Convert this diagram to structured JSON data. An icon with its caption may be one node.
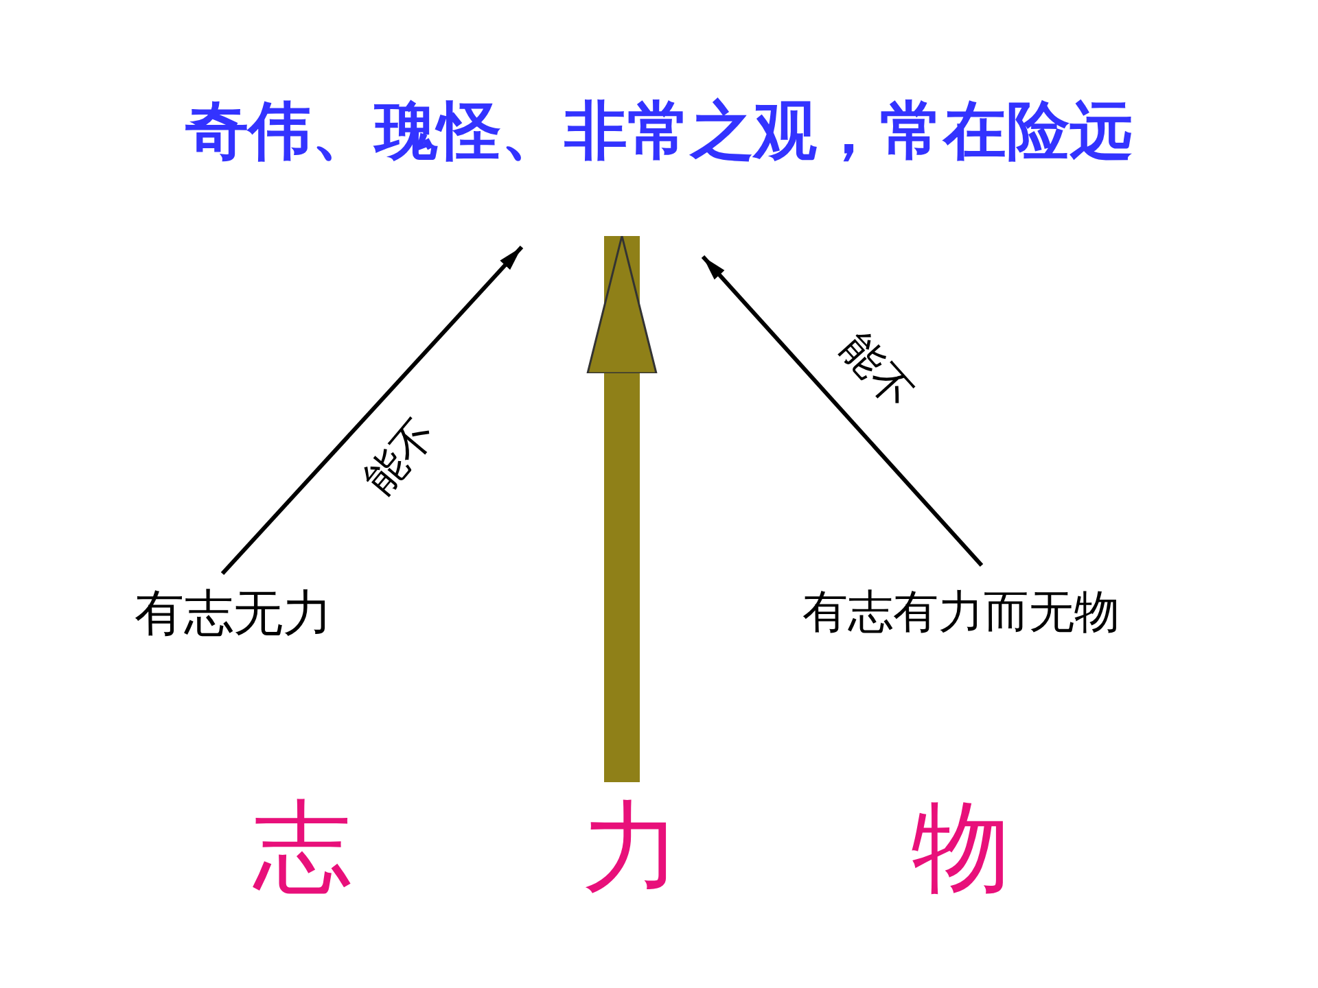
{
  "diagram": {
    "nodes": [
      {
        "text": [
          "奇伟、瑰怪、非常之观，常在险远"
        ]
      },
      {
        "text": [
          "有志无力"
        ]
      },
      {
        "text": [
          "有志有力而无物"
        ]
      },
      {
        "text": [
          "志"
        ]
      },
      {
        "text": [
          "力"
        ]
      },
      {
        "text": [
          "物"
        ]
      }
    ],
    "edges": [
      {
        "from": 1,
        "to": 0,
        "arrow": "to",
        "label": "能不"
      },
      {
        "from": 2,
        "to": 0,
        "arrow": "to",
        "label": "能不"
      },
      {
        "from": 4,
        "to": 0,
        "arrow": "to",
        "style": "thick",
        "color": "#8f8018"
      }
    ]
  }
}
